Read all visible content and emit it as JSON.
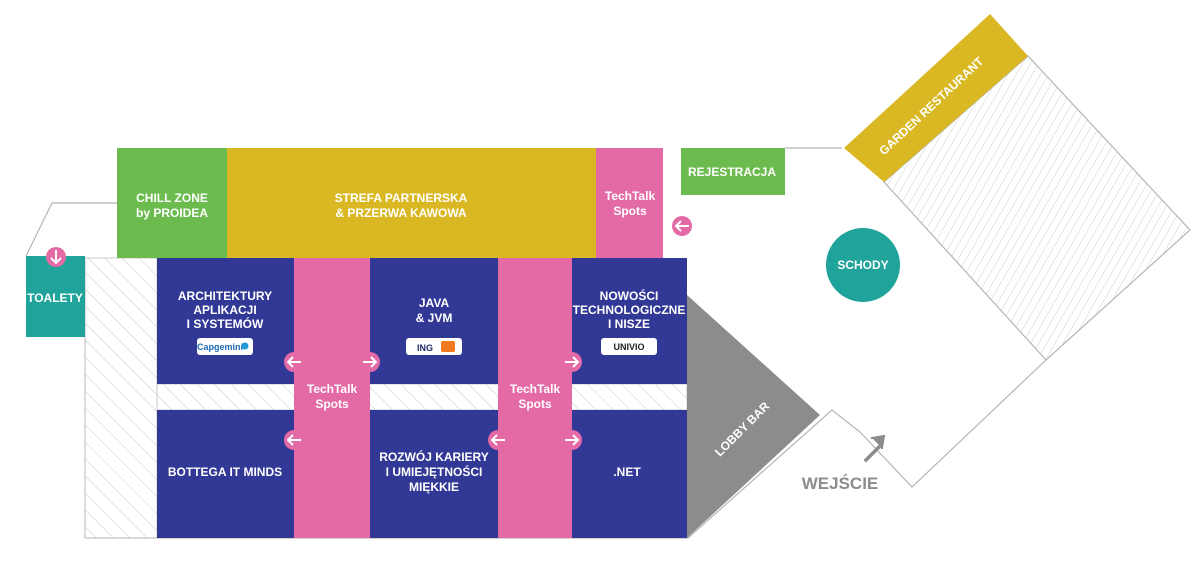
{
  "colors": {
    "navy": "#323895",
    "pink": "#e46aa6",
    "yellow": "#d9b823",
    "green": "#6cbb4e",
    "teal": "#1fa39a",
    "gray": "#8c8c8c",
    "hatch": "#c8c8c8"
  },
  "zones": {
    "chill_zone": [
      "CHILL ZONE",
      "by PROIDEA"
    ],
    "partner_zone": [
      "STREFA PARTNERSKA",
      "& PRZERWA KAWOWA"
    ],
    "techtalk_top": [
      "TechTalk",
      "Spots"
    ],
    "registration": "REJESTRACJA",
    "toilets": "TOALETY",
    "stairs": "SCHODY",
    "garden_restaurant": "GARDEN RESTAURANT",
    "lobby_bar": "LOBBY BAR",
    "entrance": "WEJŚCIE"
  },
  "rooms": {
    "architecture": [
      "ARCHITEKTURY",
      "APLIKACJI",
      "I SYSTEMÓW"
    ],
    "java": [
      "JAVA",
      "& JVM"
    ],
    "new_tech": [
      "NOWOŚCI",
      "TECHNOLOGICZNE",
      "I NISZE"
    ],
    "bottega": "BOTTEGA IT MINDS",
    "career": [
      "ROZWÓJ KARIERY",
      "I UMIEJĘTNOŚCI",
      "MIĘKKIE"
    ],
    "dotnet": ".NET"
  },
  "techtalk_spots": {
    "left": [
      "TechTalk",
      "Spots"
    ],
    "right": [
      "TechTalk",
      "Spots"
    ]
  },
  "sponsors": {
    "capgemini": "Capgemini",
    "ing": "ING",
    "univio": "UNIVIO"
  }
}
